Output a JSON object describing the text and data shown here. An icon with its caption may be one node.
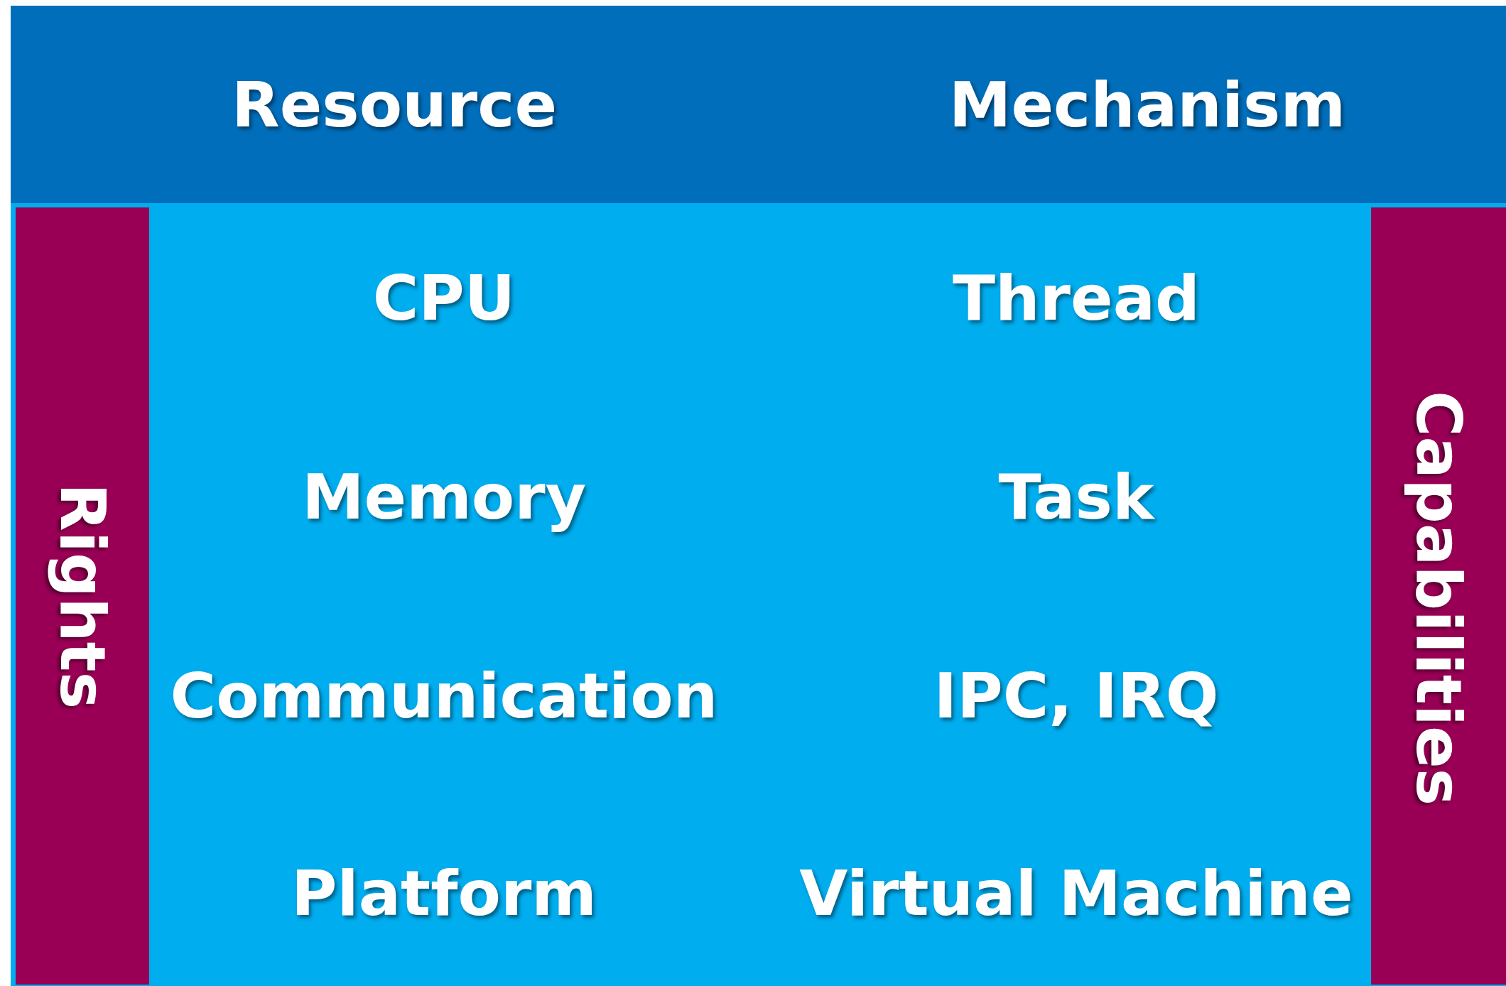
{
  "diagram": {
    "nodes": [
      {
        "text": [
          "Resource",
          "Mechanism"
        ]
      },
      {
        "text": [],
        "shape": "box"
      },
      {
        "text": [
          "Rights"
        ],
        "in": 1
      },
      {
        "text": [
          "Capabilities"
        ],
        "in": 1
      }
    ],
    "labels": [
      "CPU",
      "Thread",
      "Memory",
      "Task",
      "Communication",
      "IPC, IRQ",
      "Platform",
      "Virtual Machine"
    ]
  }
}
